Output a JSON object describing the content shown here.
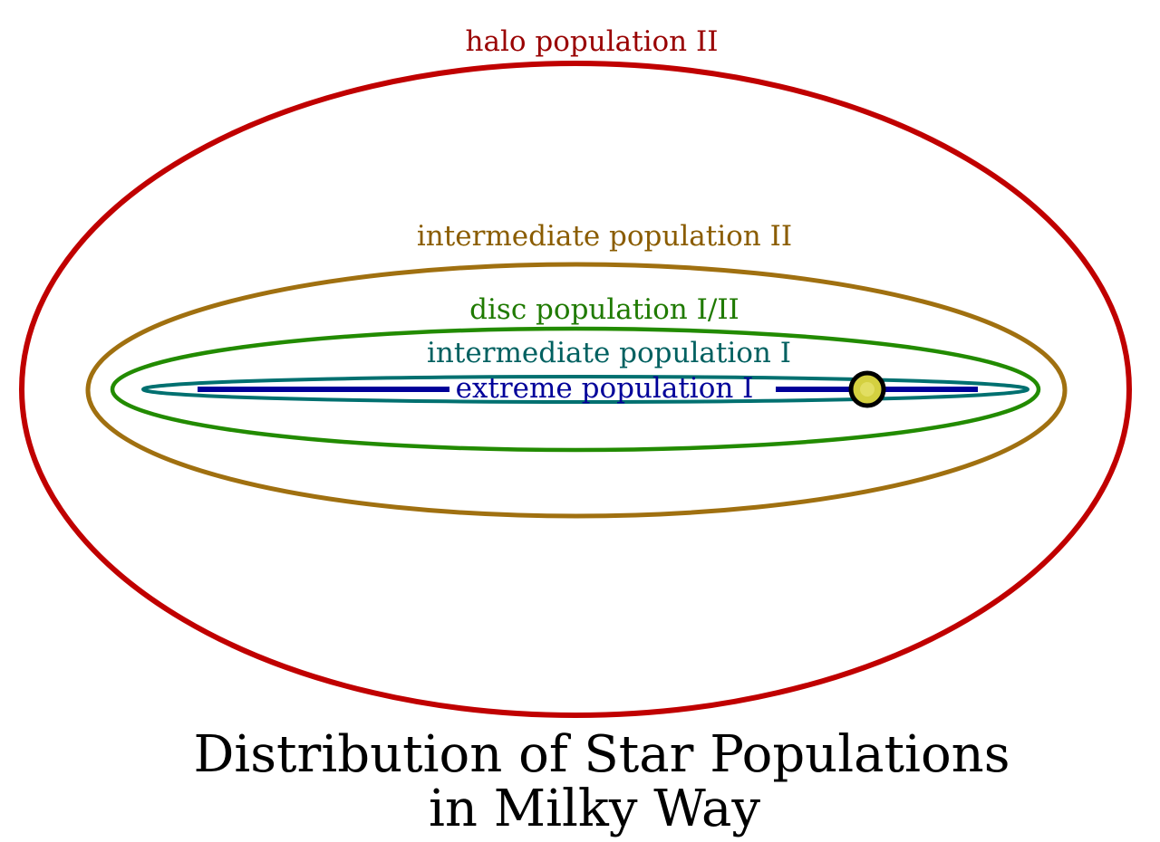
{
  "populations": {
    "halo": {
      "label": "halo population II",
      "color": "#c00000",
      "label_color": "#990000"
    },
    "intermediate_ii": {
      "label": "intermediate population II",
      "color": "#a07010",
      "label_color": "#8a5c00"
    },
    "disc": {
      "label": "disc population I/II",
      "color": "#228b00",
      "label_color": "#1f7a00"
    },
    "intermediate_i": {
      "label": "intermediate population I",
      "color": "#007070",
      "label_color": "#006060"
    },
    "extreme": {
      "label": "extreme population I",
      "color": "#000099",
      "label_color": "#000099"
    }
  },
  "sun": {
    "fill": "#d4d040",
    "outline": "#000000"
  },
  "title": {
    "line1": "Distribution of Star Populations",
    "line2": "in Milky Way"
  }
}
